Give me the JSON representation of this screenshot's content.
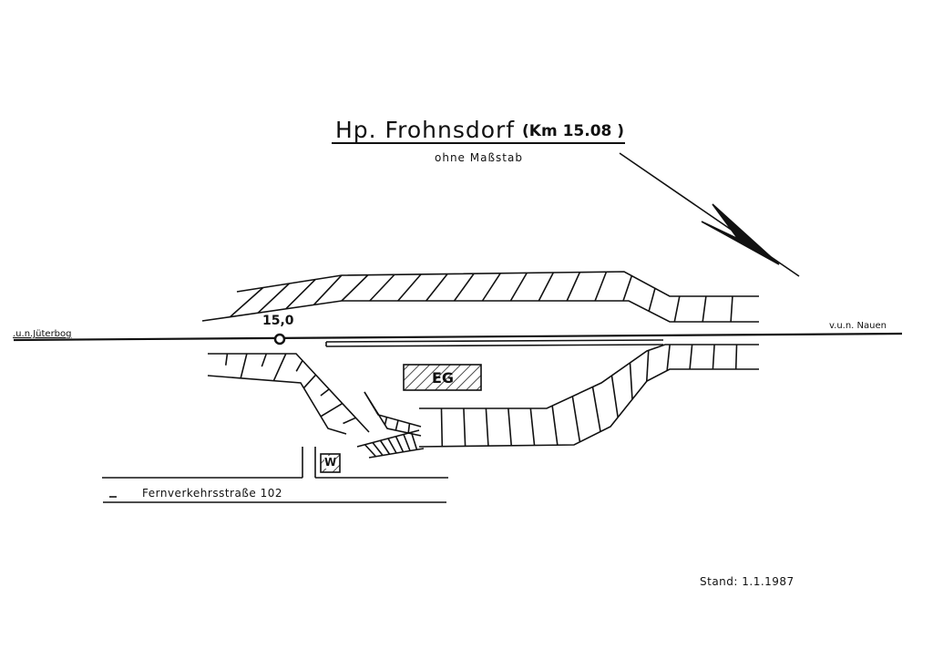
{
  "title": {
    "station": "Hp. Frohnsdorf",
    "km": "(Km 15.08 )"
  },
  "subtitle": "ohne Maßstab",
  "labels": {
    "left_direction": ".u.n.Jüterbog",
    "right_direction": "v.u.n. Nauen",
    "km_marker": "15,0",
    "station_building": "EG",
    "w_building": "W",
    "road": "Fernverkehrsstraße 102",
    "stand": "Stand: 1.1.1987"
  }
}
